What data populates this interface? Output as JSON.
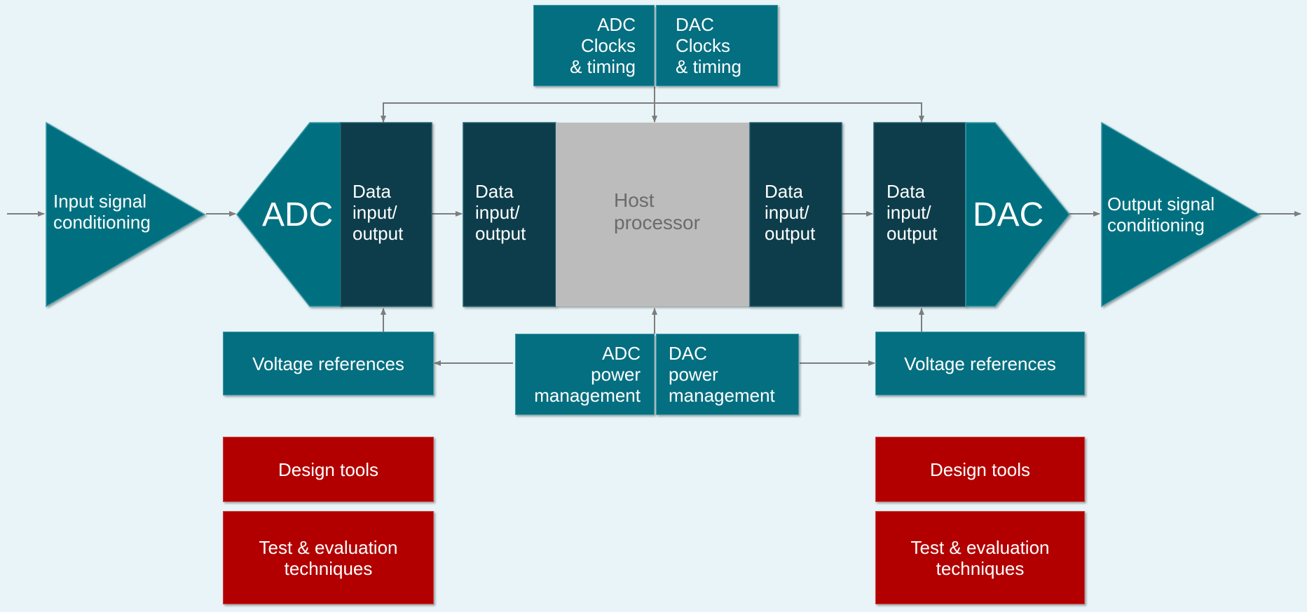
{
  "input_signal_conditioning": [
    "Input signal",
    "conditioning"
  ],
  "output_signal_conditioning": [
    "Output signal",
    "conditioning"
  ],
  "adc": "ADC",
  "dac": "DAC",
  "data_io": [
    "Data",
    "input/",
    "output"
  ],
  "host_processor": [
    "Host",
    "processor"
  ],
  "adc_clocks": [
    "ADC",
    "Clocks",
    "& timing"
  ],
  "dac_clocks": [
    "DAC",
    "Clocks",
    "& timing"
  ],
  "adc_power": [
    "ADC",
    "power",
    "management"
  ],
  "dac_power": [
    "DAC",
    "power",
    "management"
  ],
  "voltage_references": "Voltage references",
  "design_tools": "Design tools",
  "test_evaluation": [
    "Test & evaluation",
    "techniques"
  ],
  "colors": {
    "teal": "#046f80",
    "dark_teal": "#0b3d4c",
    "host_grey": "#bcbcbc",
    "red": "#b20000",
    "background": "#e8f4f7",
    "arrow": "#7d7d7d"
  }
}
